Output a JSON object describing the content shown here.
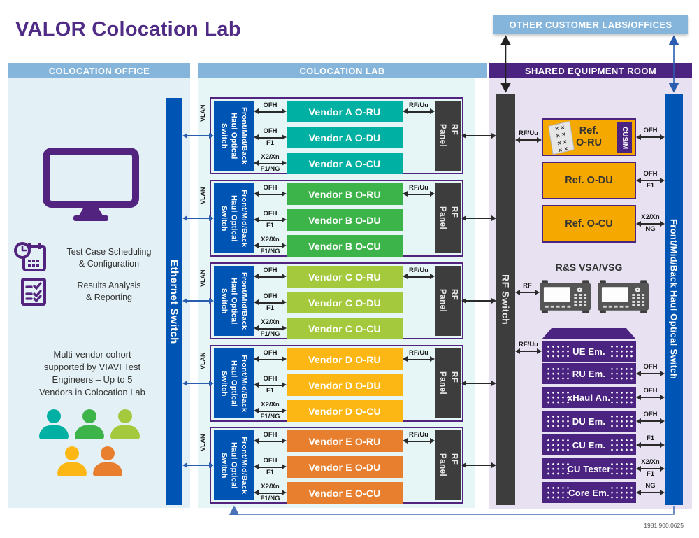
{
  "title": "VALOR Colocation Lab",
  "part_number": "1981.900.0625",
  "banner": {
    "other_customer": "OTHER CUSTOMER LABS/OFFICES"
  },
  "headers": {
    "office": "COLOCATION OFFICE",
    "lab": "COLOCATION LAB",
    "shared": "SHARED EQUIPMENT ROOM"
  },
  "office": {
    "ethernet_switch": "Ethernet Switch",
    "features": [
      {
        "icon": "calendar-clock-icon",
        "text": "Test Case Scheduling\n& Configuration"
      },
      {
        "icon": "checklist-icon",
        "text": "Results Analysis\n& Reporting"
      }
    ],
    "note": "Multi-vendor cohort\nsupported by VIAVI Test\nEngineers – Up to 5\nVendors in Colocation Lab",
    "people_colors": [
      "#00b0a3",
      "#3cb44a",
      "#a4c93d",
      "#fdb714",
      "#e87f2e"
    ]
  },
  "lab": {
    "vlan": "VLAN",
    "switch_label": "Front/Mid/Back\nHaul Optical\nSwitch",
    "rf_panel": "RF\nPanel",
    "rf_air_label": "RF/Uu",
    "unit_suffixes": [
      "O-RU",
      "O-DU",
      "O-CU"
    ],
    "port_labels": [
      [
        "OFH"
      ],
      [
        "OFH",
        "F1"
      ],
      [
        "X2/Xn",
        "F1/NG"
      ]
    ],
    "vendors": [
      {
        "name": "Vendor A",
        "color": "#00b0a3"
      },
      {
        "name": "Vendor B",
        "color": "#3cb44a"
      },
      {
        "name": "Vendor C",
        "color": "#a4c93d"
      },
      {
        "name": "Vendor D",
        "color": "#fdb714"
      },
      {
        "name": "Vendor E",
        "color": "#e87f2e"
      }
    ]
  },
  "shared": {
    "rf_switch": "RF Switch",
    "optical_switch": "Front/Mid/Back Haul Optical Switch",
    "ref_units": [
      {
        "label": "Ref.\nO-RU",
        "tag": "CUS/M",
        "left_label": "RF/Uu",
        "right_labels": [
          "OFH"
        ]
      },
      {
        "label": "Ref. O-DU",
        "right_labels": [
          "OFH",
          "F1"
        ]
      },
      {
        "label": "Ref. O-CU",
        "right_labels": [
          "X2/Xn",
          "NG"
        ]
      }
    ],
    "vsa_label": "R&S VSA/VSG",
    "vsa_left_label": "RF",
    "stack_left_label": "RF/Uu",
    "stack": [
      {
        "label": "UE Em.",
        "right_labels": []
      },
      {
        "label": "RU Em.",
        "right_labels": [
          "OFH"
        ]
      },
      {
        "label": "xHaul An.",
        "right_labels": [
          "OFH"
        ]
      },
      {
        "label": "DU Em.",
        "right_labels": [
          "OFH"
        ]
      },
      {
        "label": "CU Em.",
        "right_labels": [
          "F1"
        ]
      },
      {
        "label": "CU Tester",
        "right_labels": [
          "X2/Xn",
          "F1"
        ]
      },
      {
        "label": "Core Em.",
        "right_labels": [
          "NG"
        ]
      }
    ]
  }
}
